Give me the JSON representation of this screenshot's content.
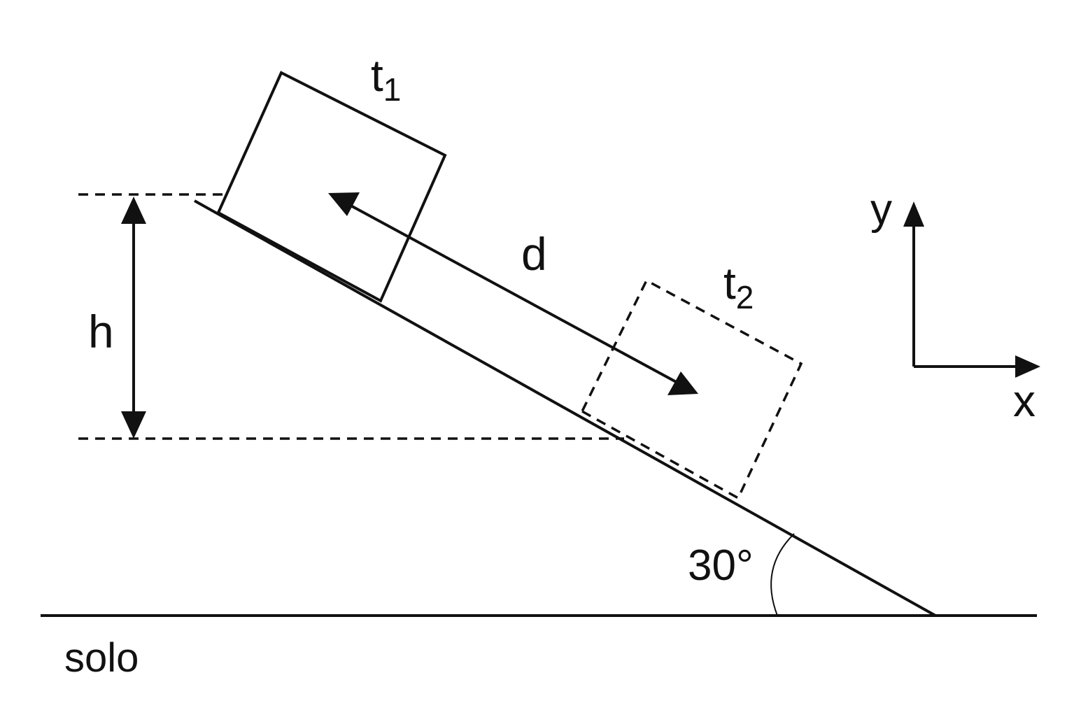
{
  "labels": {
    "block_start_time": "t",
    "block_start_time_sub": "1",
    "block_end_time": "t",
    "block_end_time_sub": "2",
    "displacement": "d",
    "height": "h",
    "angle": "30°",
    "ground": "solo",
    "axis_y": "y",
    "axis_x": "x"
  },
  "incline": {
    "angle_deg": 30
  },
  "colors": {
    "stroke": "#111111",
    "background": "#ffffff"
  }
}
